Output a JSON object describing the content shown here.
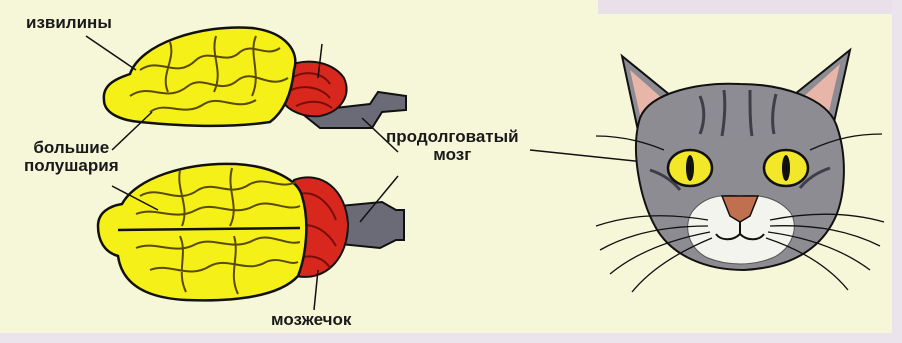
{
  "labels": {
    "convolutions": "извилины",
    "hemispheres_line1": "большие",
    "hemispheres_line2": "полушария",
    "medulla_line1": "продолговатый",
    "medulla_line2": "мозг",
    "cerebellum": "мозжечок"
  },
  "colors": {
    "background": "#f6f6d9",
    "hemisphere": "#f5f018",
    "cerebellum": "#d8281e",
    "brainstem": "#6b6b78",
    "cat_fur": "#8c8c92",
    "cat_eye": "#f3e72a"
  },
  "icons": {
    "brain_side": "brain-side-view-icon",
    "brain_top": "brain-top-view-icon",
    "cat": "cat-face-icon"
  }
}
